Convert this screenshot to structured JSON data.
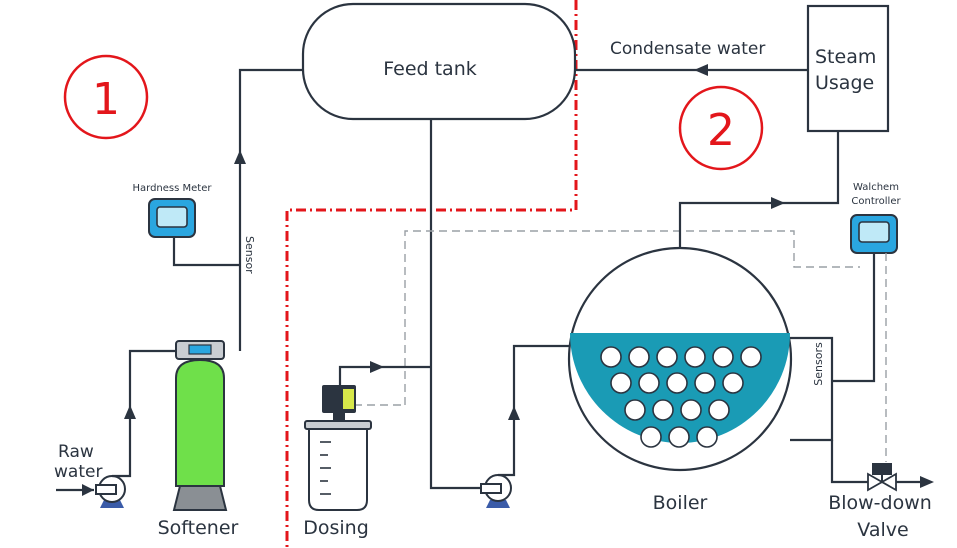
{
  "labels": {
    "feed_tank": "Feed tank",
    "condensate": "Condensate water",
    "steam_usage_line1": "Steam",
    "steam_usage_line2": "Usage",
    "hardness_meter": "Hardness Meter",
    "sensor": "Sensor",
    "walchem_line1": "Walchem",
    "walchem_line2": "Controller",
    "sensors": "Sensors",
    "raw_line1": "Raw",
    "raw_line2": "water",
    "softener": "Softener",
    "dosing": "Dosing",
    "boiler": "Boiler",
    "blowdown_line1": "Blow-down",
    "blowdown_line2": "Valve"
  },
  "zones": {
    "zone1": "1",
    "zone2": "2"
  },
  "colors": {
    "line": "#2b3440",
    "accent_red": "#e3161b",
    "water": "#1a9bb5",
    "softener": "#6fe04a",
    "device_blue": "#2aa6e0",
    "pump_base": "#3a5ba8"
  }
}
